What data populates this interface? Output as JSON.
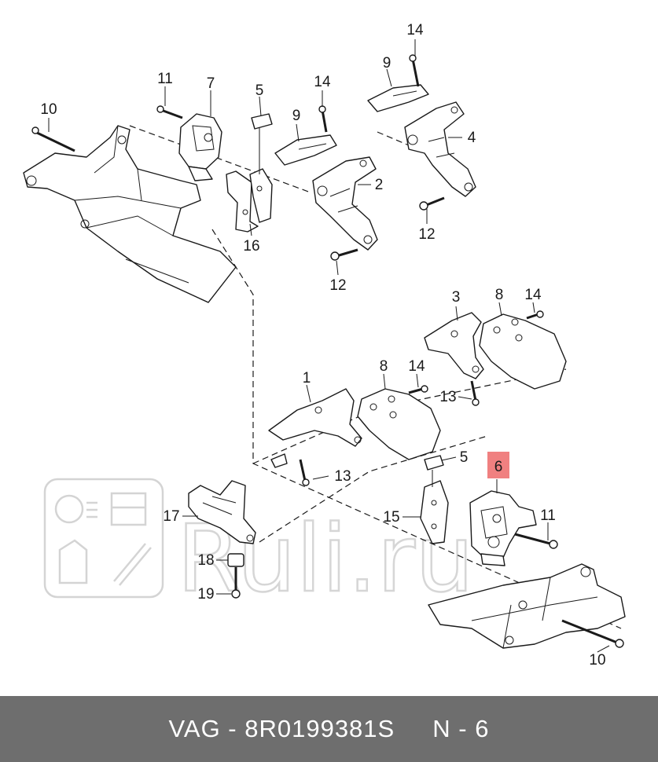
{
  "watermark": {
    "text": "Ruli.ru",
    "color": "#d4d4d4"
  },
  "callouts": [
    {
      "id": "c14a",
      "text": "14"
    },
    {
      "id": "c9a",
      "text": "9"
    },
    {
      "id": "c11a",
      "text": "11"
    },
    {
      "id": "c7",
      "text": "7"
    },
    {
      "id": "c5a",
      "text": "5"
    },
    {
      "id": "c14b",
      "text": "14"
    },
    {
      "id": "c10a",
      "text": "10"
    },
    {
      "id": "c9b",
      "text": "9"
    },
    {
      "id": "c4",
      "text": "4"
    },
    {
      "id": "c2",
      "text": "2"
    },
    {
      "id": "c12a",
      "text": "12"
    },
    {
      "id": "c16",
      "text": "16"
    },
    {
      "id": "c12b",
      "text": "12"
    },
    {
      "id": "c3",
      "text": "3"
    },
    {
      "id": "c8a",
      "text": "8"
    },
    {
      "id": "c14c",
      "text": "14"
    },
    {
      "id": "c1",
      "text": "1"
    },
    {
      "id": "c8b",
      "text": "8"
    },
    {
      "id": "c14d",
      "text": "14"
    },
    {
      "id": "c13a",
      "text": "13"
    },
    {
      "id": "c5b",
      "text": "5"
    },
    {
      "id": "c6",
      "text": "6",
      "highlighted": true
    },
    {
      "id": "c13b",
      "text": "13"
    },
    {
      "id": "c17",
      "text": "17"
    },
    {
      "id": "c15",
      "text": "15"
    },
    {
      "id": "c11b",
      "text": "11"
    },
    {
      "id": "c18",
      "text": "18"
    },
    {
      "id": "c19",
      "text": "19"
    },
    {
      "id": "c10b",
      "text": "10"
    }
  ],
  "highlight_color": "#f08080",
  "footer": {
    "text": "VAG - 8R0199381S     N - 6",
    "background": "#6e6e6e"
  }
}
